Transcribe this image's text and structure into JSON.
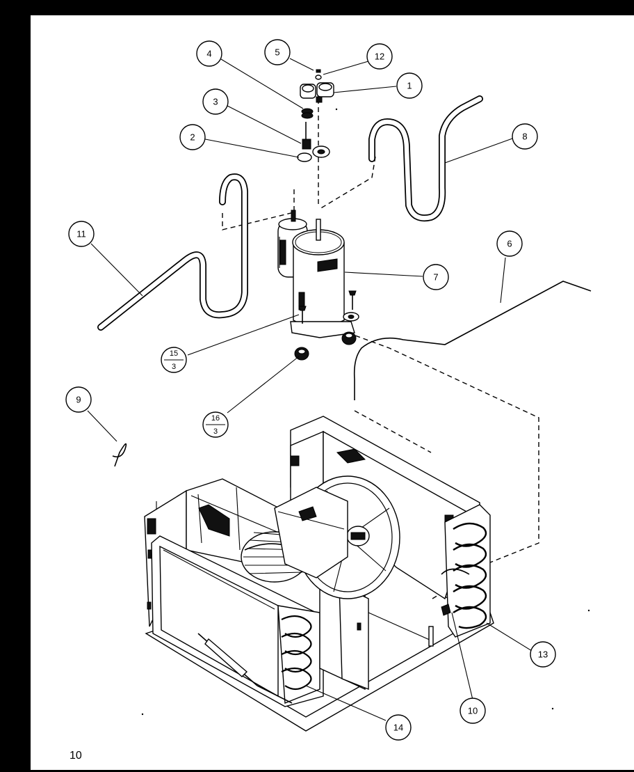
{
  "page": {
    "number": "10"
  },
  "callouts": [
    {
      "id": "1",
      "label": "1"
    },
    {
      "id": "2",
      "label": "2"
    },
    {
      "id": "3",
      "label": "3"
    },
    {
      "id": "4",
      "label": "4"
    },
    {
      "id": "5",
      "label": "5"
    },
    {
      "id": "6",
      "label": "6"
    },
    {
      "id": "7",
      "label": "7"
    },
    {
      "id": "8",
      "label": "8"
    },
    {
      "id": "9",
      "label": "9"
    },
    {
      "id": "10",
      "label": "10"
    },
    {
      "id": "11",
      "label": "11"
    },
    {
      "id": "12",
      "label": "12"
    },
    {
      "id": "13",
      "label": "13"
    },
    {
      "id": "14",
      "label": "14"
    },
    {
      "id": "15",
      "label": "15",
      "sub": "3"
    },
    {
      "id": "16",
      "label": "16",
      "sub": "3"
    }
  ]
}
